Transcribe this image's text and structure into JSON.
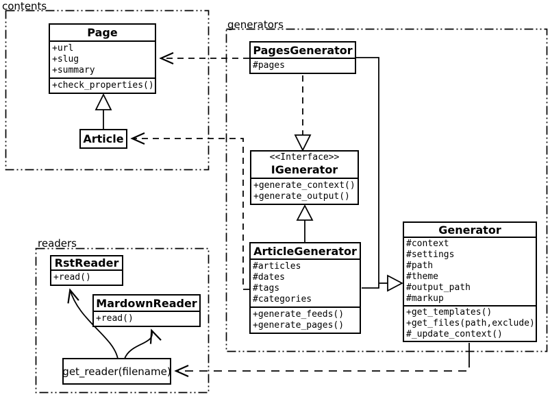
{
  "diagram_type": "uml-class-diagram",
  "colors": {
    "stroke": "#000000",
    "fill": "#ffffff",
    "background": "#ffffff"
  },
  "packages": {
    "contents": {
      "label": "contents"
    },
    "generators": {
      "label": "generators"
    },
    "readers": {
      "label": "readers"
    }
  },
  "classes": {
    "page": {
      "title": "Page",
      "attributes": [
        "+url",
        "+slug",
        "+summary"
      ],
      "methods": [
        "+check_properties()"
      ]
    },
    "article": {
      "title": "Article"
    },
    "pages_generator": {
      "title": "PagesGenerator",
      "attributes": [
        "#pages"
      ]
    },
    "igenerator": {
      "stereotype": "<<Interface>>",
      "title": "IGenerator",
      "methods": [
        "+generate_context()",
        "+generate_output()"
      ]
    },
    "article_generator": {
      "title": "ArticleGenerator",
      "attributes": [
        "#articles",
        "#dates",
        "#tags",
        "#categories"
      ],
      "methods": [
        "+generate_feeds()",
        "+generate_pages()"
      ]
    },
    "generator": {
      "title": "Generator",
      "attributes": [
        "#context",
        "#settings",
        "#path",
        "#theme",
        "#output_path",
        "#markup"
      ],
      "methods": [
        "+get_templates()",
        "+get_files(path,exclude)",
        "#_update_context()"
      ]
    },
    "rst_reader": {
      "title": "RstReader",
      "methods": [
        "+read()"
      ]
    },
    "mardown_reader": {
      "title": "MardownReader",
      "methods": [
        "+read()"
      ]
    },
    "get_reader": {
      "title": "get_reader(filename)"
    }
  },
  "relationships": [
    {
      "from": "Article",
      "to": "Page",
      "type": "generalization"
    },
    {
      "from": "PagesGenerator",
      "to": "IGenerator",
      "type": "realization"
    },
    {
      "from": "ArticleGenerator",
      "to": "IGenerator",
      "type": "generalization"
    },
    {
      "from": "PagesGenerator",
      "to": "Generator",
      "type": "generalization"
    },
    {
      "from": "ArticleGenerator",
      "to": "Generator",
      "type": "generalization"
    },
    {
      "from": "PagesGenerator",
      "to": "Page",
      "type": "dependency"
    },
    {
      "from": "ArticleGenerator",
      "to": "Article",
      "type": "dependency"
    },
    {
      "from": "Generator",
      "to": "get_reader(filename)",
      "type": "dependency"
    },
    {
      "from": "get_reader(filename)",
      "to": "RstReader",
      "type": "dependency"
    },
    {
      "from": "get_reader(filename)",
      "to": "MardownReader",
      "type": "dependency"
    }
  ]
}
